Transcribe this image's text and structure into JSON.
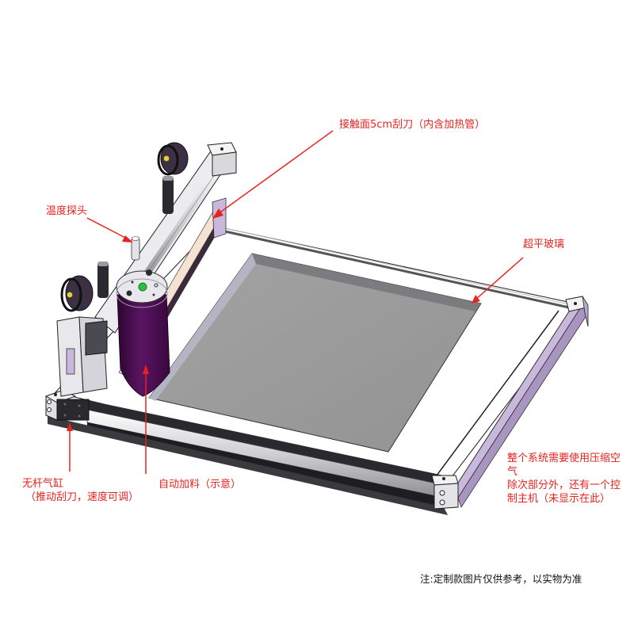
{
  "diagram": {
    "title": "",
    "kind": "isometric CAD rendering of a heated scraper/blade coating machine",
    "colors": {
      "annotation_red": "#e8231e",
      "note_text": "#111111",
      "glass_plate": "#9a9a9a",
      "frame_metal": "#e6e6ea",
      "frame_side_lavender": "#c9b8dc",
      "feeder_purple": "#4a0f4f",
      "blade_strip": "#f5e2d2",
      "dark_parts": "#2b2b2f",
      "indicator_green": "#27c23a"
    }
  },
  "callouts": [
    {
      "id": "blade",
      "text": "接触面5cm刮刀（内含加热管）"
    },
    {
      "id": "temp_probe",
      "text": "温度探头"
    },
    {
      "id": "glass",
      "text": "超平玻璃"
    },
    {
      "id": "air_note",
      "lines": [
        "整个系统需要使用压缩空",
        "气",
        "除次部分外，还有一个控",
        "制主机（未显示在此）"
      ]
    },
    {
      "id": "cylinder",
      "lines": [
        "无杆气缸",
        "（推动刮刀，速度可调）"
      ]
    },
    {
      "id": "feeder",
      "text": "自动加料（示意）"
    }
  ],
  "footer_note": "注:定制款图片仅供参考，以实物为准"
}
